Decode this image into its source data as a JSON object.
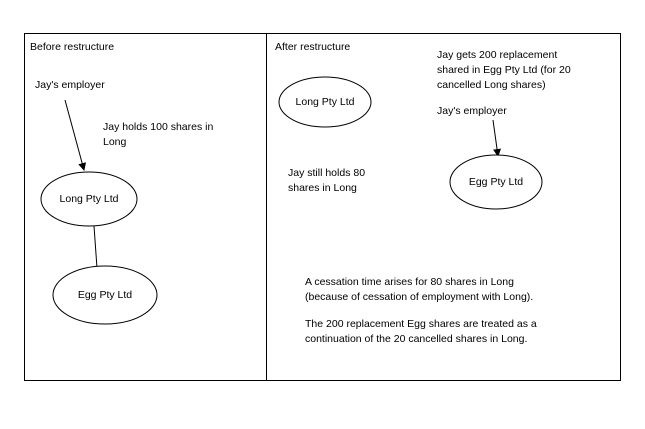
{
  "before": {
    "title": "Before restructure",
    "employer_label": "Jay's employer",
    "holding_note": "Jay holds 100 shares in\nLong",
    "node_long": "Long Pty Ltd",
    "node_egg": "Egg Pty Ltd"
  },
  "after": {
    "title": "After restructure",
    "node_long": "Long Pty Ltd",
    "replacement_note": "Jay gets 200 replacement\nshared in Egg Pty Ltd (for 20\ncancelled Long shares)",
    "employer_label": "Jay's employer",
    "node_egg": "Egg Pty Ltd",
    "holding_note": "Jay still holds 80\nshares in Long",
    "cessation_note": "A cessation time arises for 80 shares in Long\n(because of cessation of employment with Long).",
    "continuation_note": "The 200 replacement Egg shares are treated as a\ncontinuation of the 20 cancelled shares in Long."
  }
}
